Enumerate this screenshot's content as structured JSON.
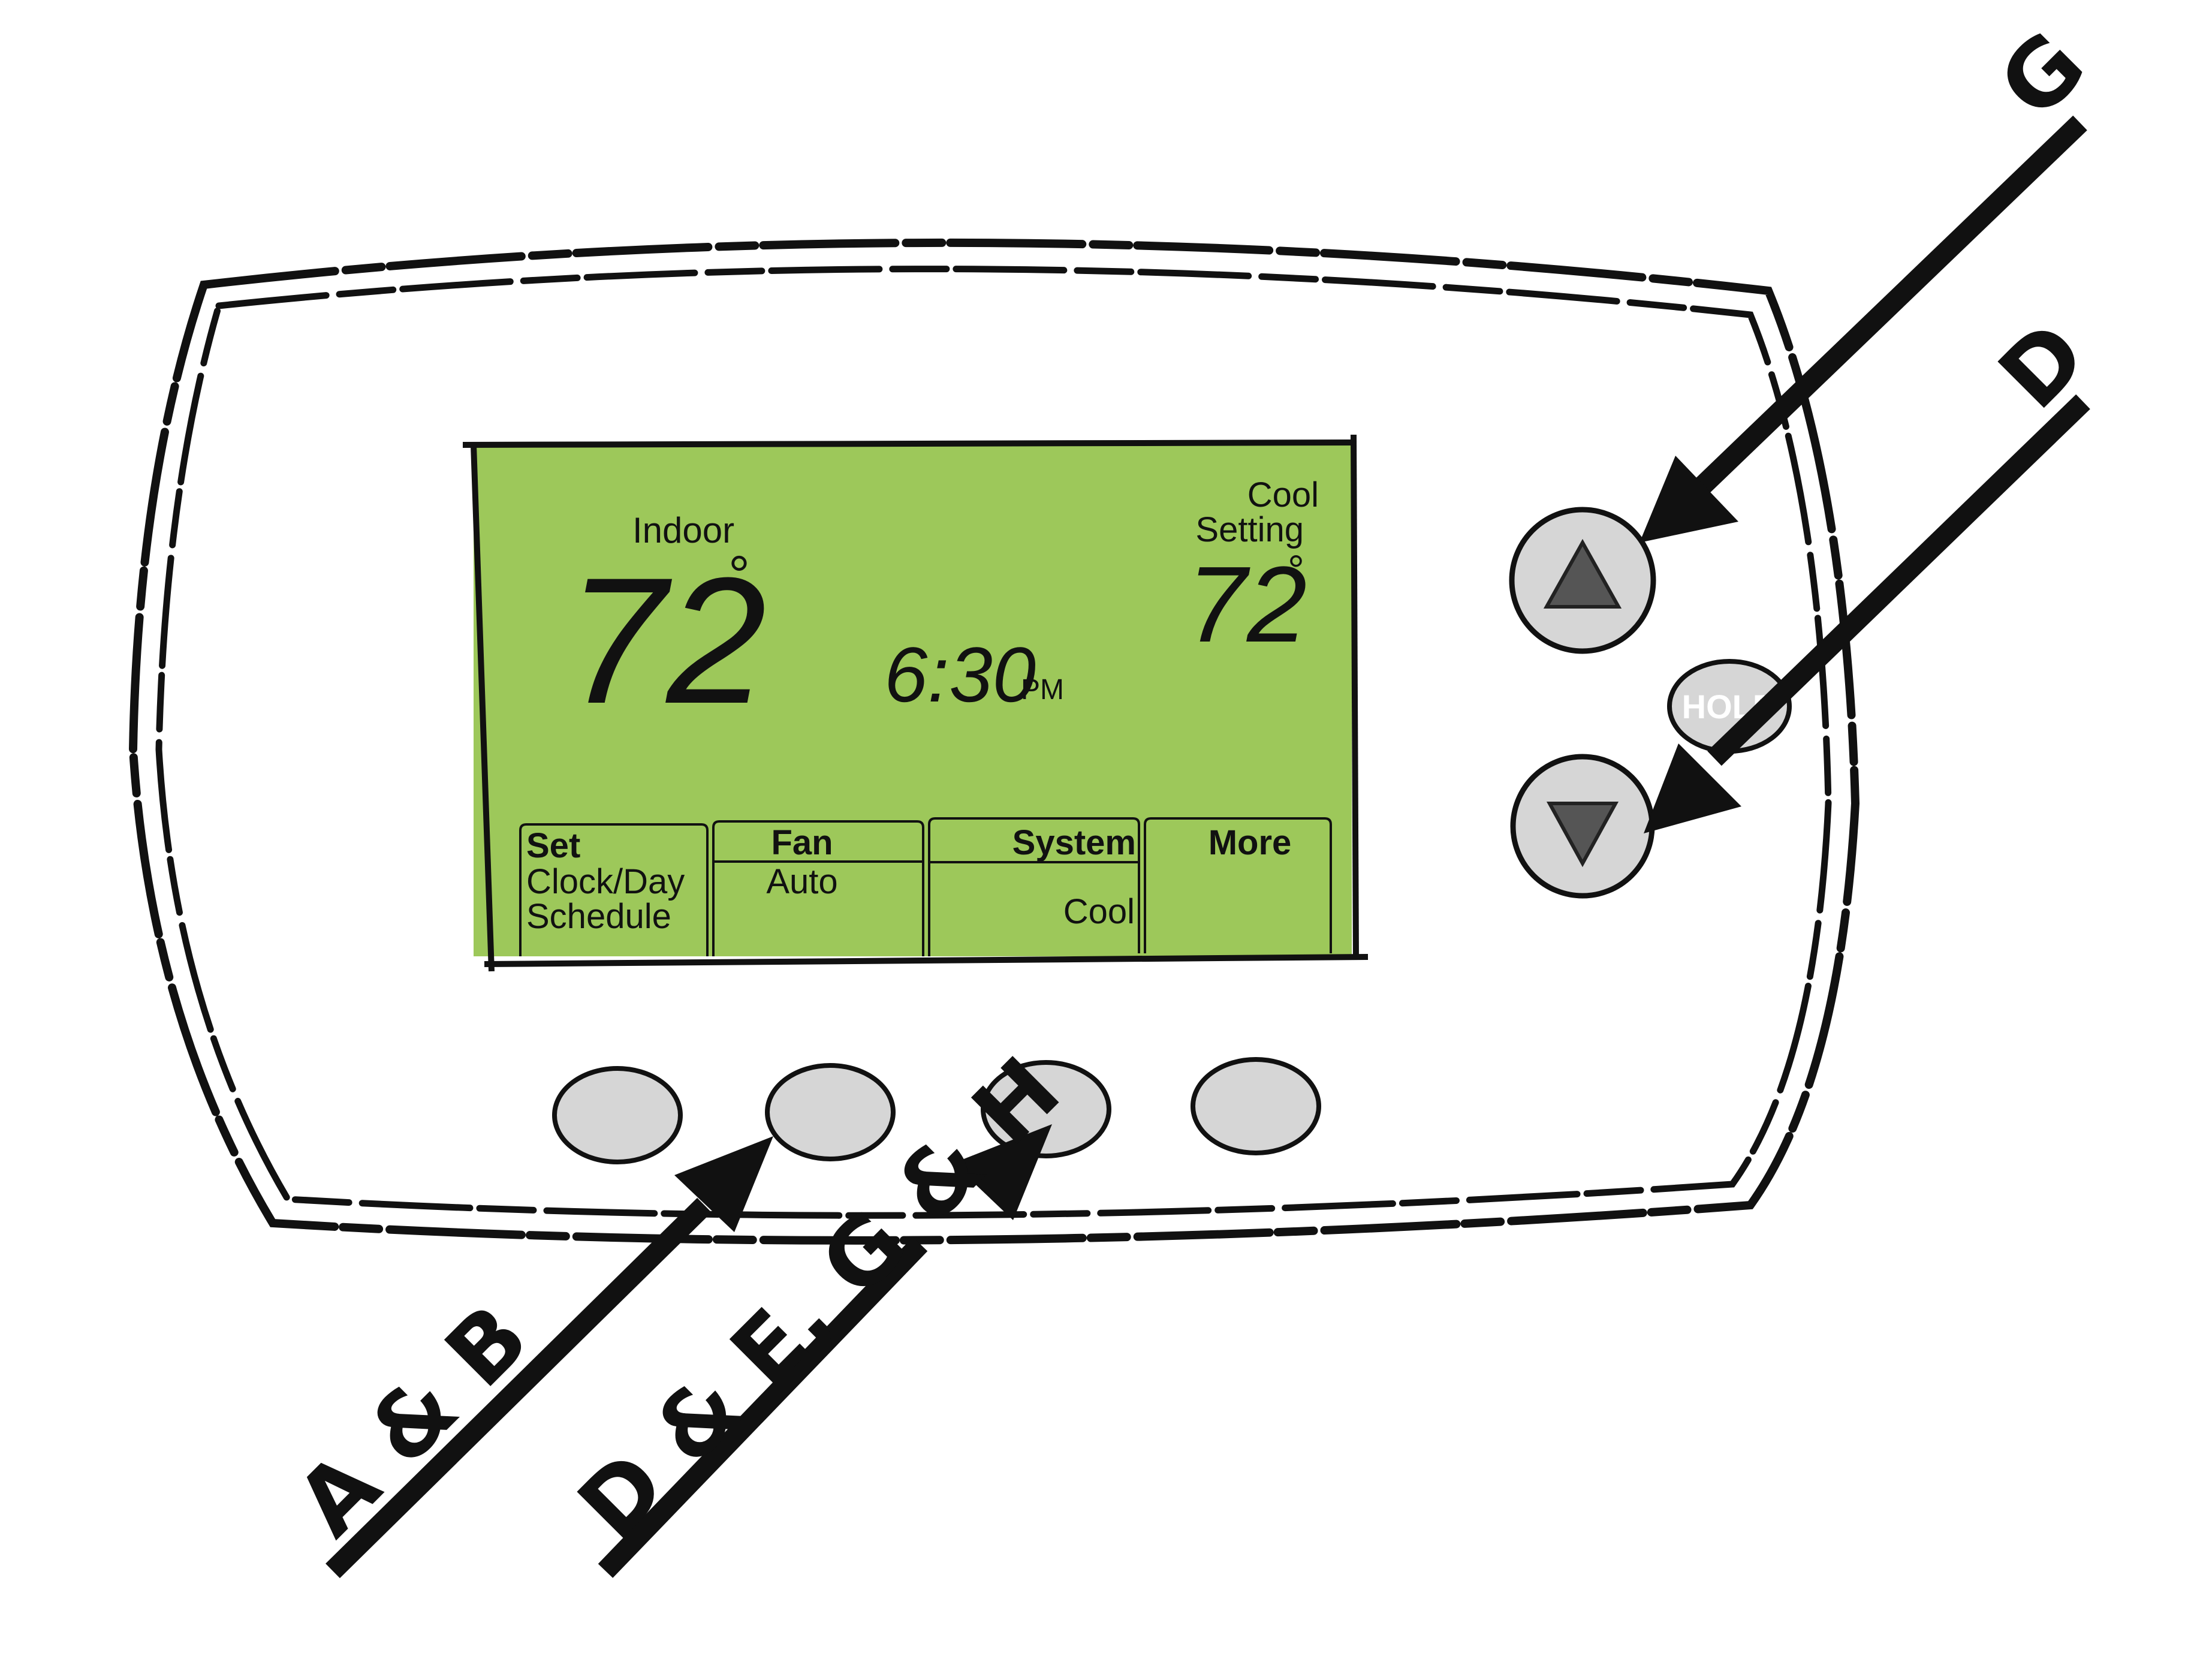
{
  "display": {
    "indoor_label": "Indoor",
    "indoor_temp": "72",
    "degree": "°",
    "setting_line1": "Cool",
    "setting_line2": "Setting",
    "setting_temp": "72",
    "time": "6:30",
    "meridiem": "PM"
  },
  "softkeys": [
    {
      "title": "Set",
      "line1": "Clock/Day",
      "line2": "Schedule"
    },
    {
      "title": "Fan",
      "line1": "Auto",
      "line2": ""
    },
    {
      "title": "System",
      "line1": "",
      "line2": "Cool"
    },
    {
      "title": "More",
      "line1": "",
      "line2": ""
    }
  ],
  "hold_label": "HOLD",
  "callouts": {
    "up_arrow": "G",
    "down_arrow": "D",
    "fan_button": "A & B",
    "system_button": "D & E, G & H"
  },
  "colors": {
    "lcd": "#9dc85a",
    "button": "#d6d6d6",
    "arrow": "#111111",
    "triangle": "#555555"
  }
}
